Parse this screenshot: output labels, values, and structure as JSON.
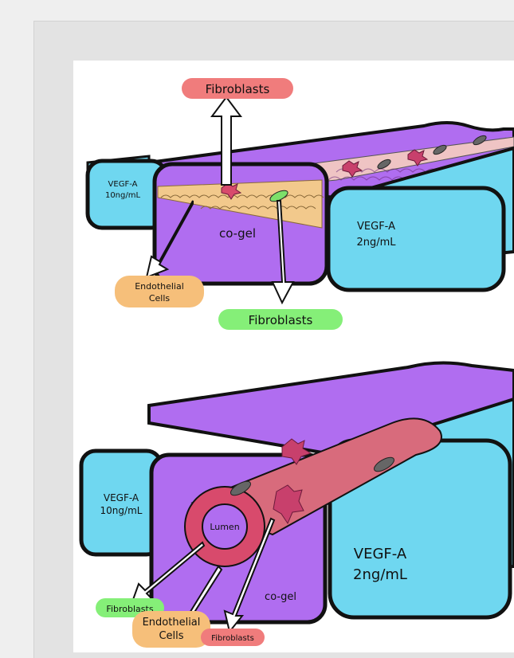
{
  "colors": {
    "page": "#efefef",
    "frame": "#e3e3e3",
    "canvas": "#ffffff",
    "media_blue": "#6fd7f0",
    "gel_purple": "#b06df0",
    "gel_purple_dark": "#8f45d8",
    "endothelial_tan": "#f2c98c",
    "vessel_red": "#d84a6c",
    "fibroblast_red_label": "#f07c7c",
    "fibroblast_green_label": "#85ef78",
    "endothelial_label": "#f6bf7a"
  },
  "top_panel": {
    "label_fibroblasts_top": "Fibroblasts",
    "left_chamber_label_line1": "VEGF-A",
    "left_chamber_label_line2": "10ng/mL",
    "gel_label": "co-gel",
    "right_chamber_label_line1": "VEGF-A",
    "right_chamber_label_line2": "2ng/mL",
    "label_endothelial_line1": "Endothelial",
    "label_endothelial_line2": "Cells",
    "label_fibroblasts_bottom": "Fibroblasts"
  },
  "bottom_panel": {
    "left_chamber_label_line1": "VEGF-A",
    "left_chamber_label_line2": "10ng/mL",
    "lumen_label": "Lumen",
    "gel_label": "co-gel",
    "right_chamber_label_line1": "VEGF-A",
    "right_chamber_label_line2": "2ng/mL",
    "label_fibroblasts_green": "Fibroblasts",
    "label_endothelial_line1": "Endothelial",
    "label_endothelial_line2": "Cells",
    "label_fibroblasts_red": "Fibroblasts"
  }
}
